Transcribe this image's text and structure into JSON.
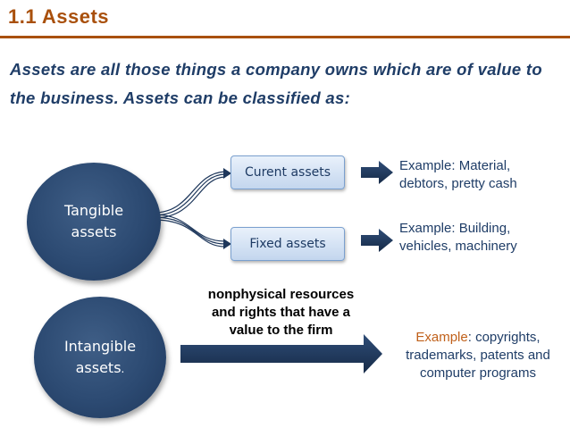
{
  "slide": {
    "title": "1.1 Assets",
    "intro": "Assets are all those things a company owns which are of value to the business. Assets can be classified as:"
  },
  "diagram": {
    "tangible": {
      "line1": "Tangible",
      "line2": "assets"
    },
    "current_assets": {
      "label": "Curent assets",
      "example_line1": "Example: Material,",
      "example_line2": "debtors, pretty cash"
    },
    "fixed_assets": {
      "label": "Fixed assets",
      "example_line1": "Example: Building,",
      "example_line2": "vehicles, machinery"
    },
    "intangible": {
      "line1": "Intangible",
      "line2": "assets",
      "line2_suffix": ".",
      "description": [
        "nonphysical resources",
        "and rights that have a",
        "value to the firm"
      ],
      "example_prefix": "Example",
      "example_line1_rest": ": copyrights,",
      "example_line2": "trademarks, patents and",
      "example_line3": "computer programs"
    }
  },
  "colors": {
    "title": "#a9500c",
    "text_navy": "#1f3d67",
    "circle": "#2c4a72",
    "box_fill": "#c3d6ee",
    "arrow": "#1e375b",
    "example_orange": "#c0601a"
  }
}
